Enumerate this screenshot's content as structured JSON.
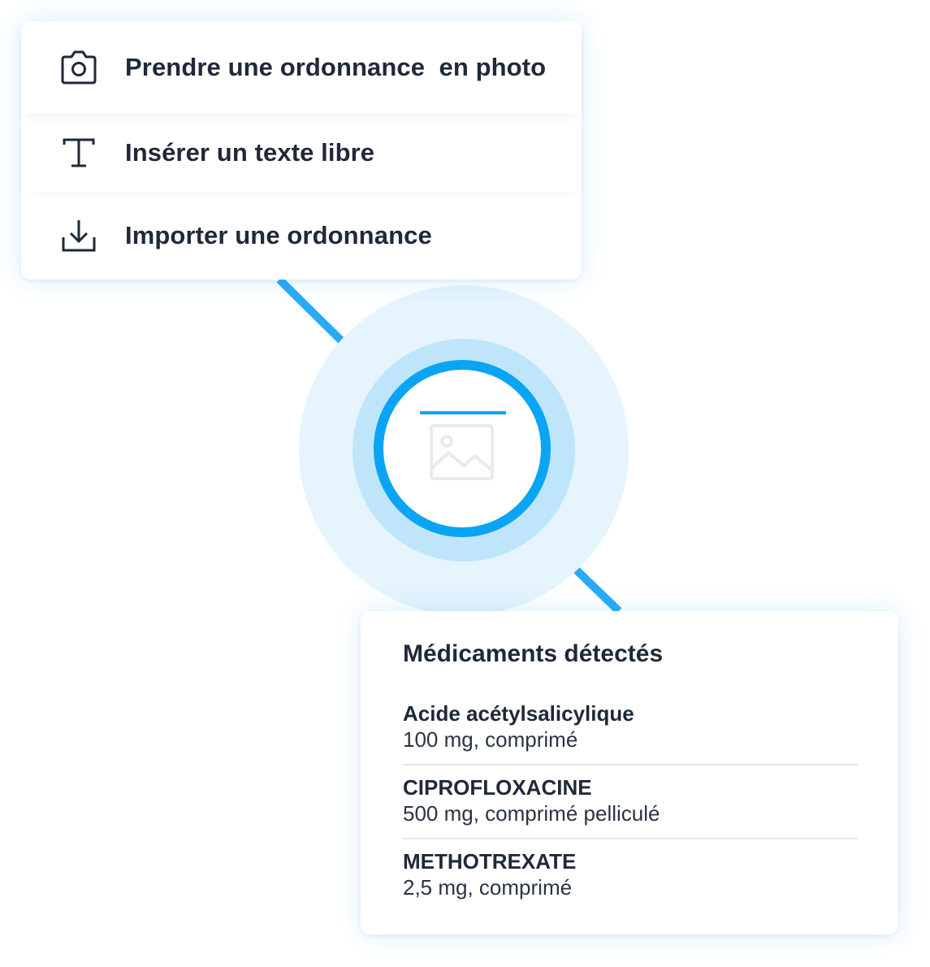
{
  "menu": {
    "items": [
      {
        "icon": "camera-icon",
        "label": "Prendre une ordonnance  en photo"
      },
      {
        "icon": "text-icon",
        "label": "Insérer un texte libre"
      },
      {
        "icon": "download-icon",
        "label": "Importer une ordonnance"
      }
    ]
  },
  "scanner": {
    "icon": "image-placeholder-icon",
    "colors": {
      "ring": "#0aa4f5",
      "halo_inner": "#bfe5fb",
      "halo_outer": "#e5f4fd",
      "connector": "#2aaaf6"
    }
  },
  "medications": {
    "title": "Médicaments détectés",
    "items": [
      {
        "name": "Acide acétylsalicylique",
        "dosage": "100 mg, comprimé"
      },
      {
        "name": "CIPROFLOXACINE",
        "dosage": "500 mg, comprimé pelliculé"
      },
      {
        "name": "METHOTREXATE",
        "dosage": "2,5 mg, comprimé"
      }
    ]
  }
}
